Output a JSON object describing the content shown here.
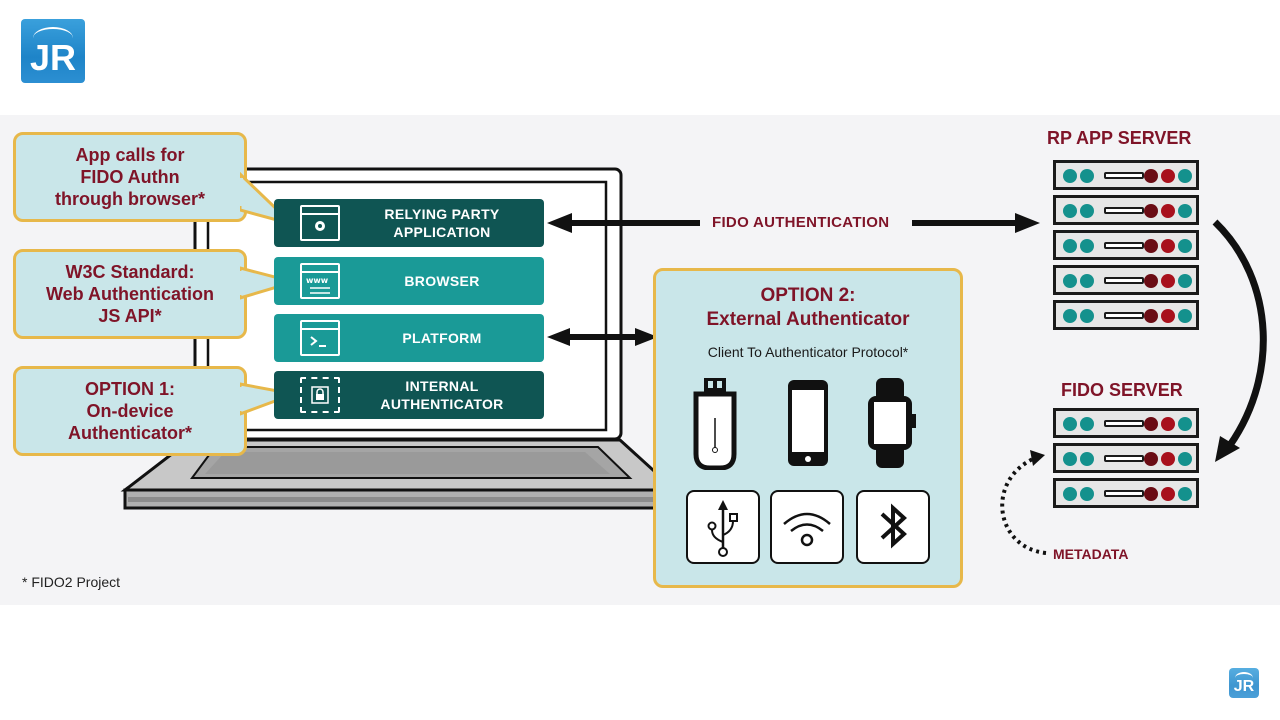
{
  "logo": {
    "text": "JR",
    "color": "#1e84c8"
  },
  "watermark_logo": {
    "text": "JR"
  },
  "callouts": [
    {
      "text_lines": [
        "App calls for",
        "FIDO Authn",
        "through browser*"
      ]
    },
    {
      "text_lines": [
        "W3C Standard:",
        "Web Authentication",
        "JS API*"
      ]
    },
    {
      "text_lines": [
        "OPTION 1:",
        "On-device",
        "Authenticator*"
      ]
    }
  ],
  "layers": [
    {
      "label_lines": [
        "RELYING PARTY",
        "APPLICATION"
      ],
      "icon": "gear-window-icon",
      "style": "dark"
    },
    {
      "label_lines": [
        "BROWSER",
        ""
      ],
      "icon": "www-window-icon",
      "style": "teal"
    },
    {
      "label_lines": [
        "PLATFORM",
        ""
      ],
      "icon": "terminal-window-icon",
      "style": "teal"
    },
    {
      "label_lines": [
        "INTERNAL",
        "AUTHENTICATOR"
      ],
      "icon": "chip-lock-icon",
      "style": "dark"
    }
  ],
  "arrows": {
    "fido_authentication": "FIDO AUTHENTICATION",
    "metadata": "METADATA"
  },
  "option2": {
    "title_line1": "OPTION 2:",
    "title_line2": "External Authenticator",
    "subtitle": "Client To Authenticator Protocol*",
    "devices": [
      "usb-key-icon",
      "smartphone-icon",
      "smartwatch-icon"
    ],
    "transports": [
      "usb-icon",
      "wifi-icon",
      "bluetooth-icon"
    ]
  },
  "servers": {
    "rp_app_server": {
      "title": "RP APP SERVER",
      "units": 5
    },
    "fido_server": {
      "title": "FIDO SERVER",
      "units": 3
    }
  },
  "footnote": "* FIDO2 Project",
  "colors": {
    "accent_red": "#7f1428",
    "teal": "#1a9a97",
    "dark_teal": "#0f5553",
    "callout_fill": "#c9e6e9",
    "callout_border": "#e7b84a"
  }
}
